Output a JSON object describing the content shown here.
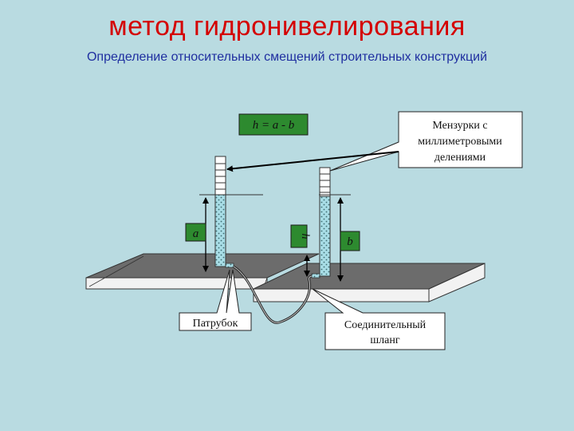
{
  "title": "метод гидронивелирования",
  "subtitle": "Определение относительных смещений строительных конструкций",
  "diagram": {
    "formula": "h = a - b",
    "label_a": "a",
    "label_b": "b",
    "label_h": "h",
    "callout_tubes": [
      "Мензурки с",
      "миллиметровыми",
      "делениями"
    ],
    "callout_nozzle": "Патрубок",
    "callout_hose": [
      "Соединительный",
      "шланг"
    ]
  },
  "colors": {
    "background": "#b9dbe1",
    "title": "#d40000",
    "subtitle": "#1f2fa0",
    "slab_top": "#6b6b6b",
    "water": "#9fd3dc"
  }
}
